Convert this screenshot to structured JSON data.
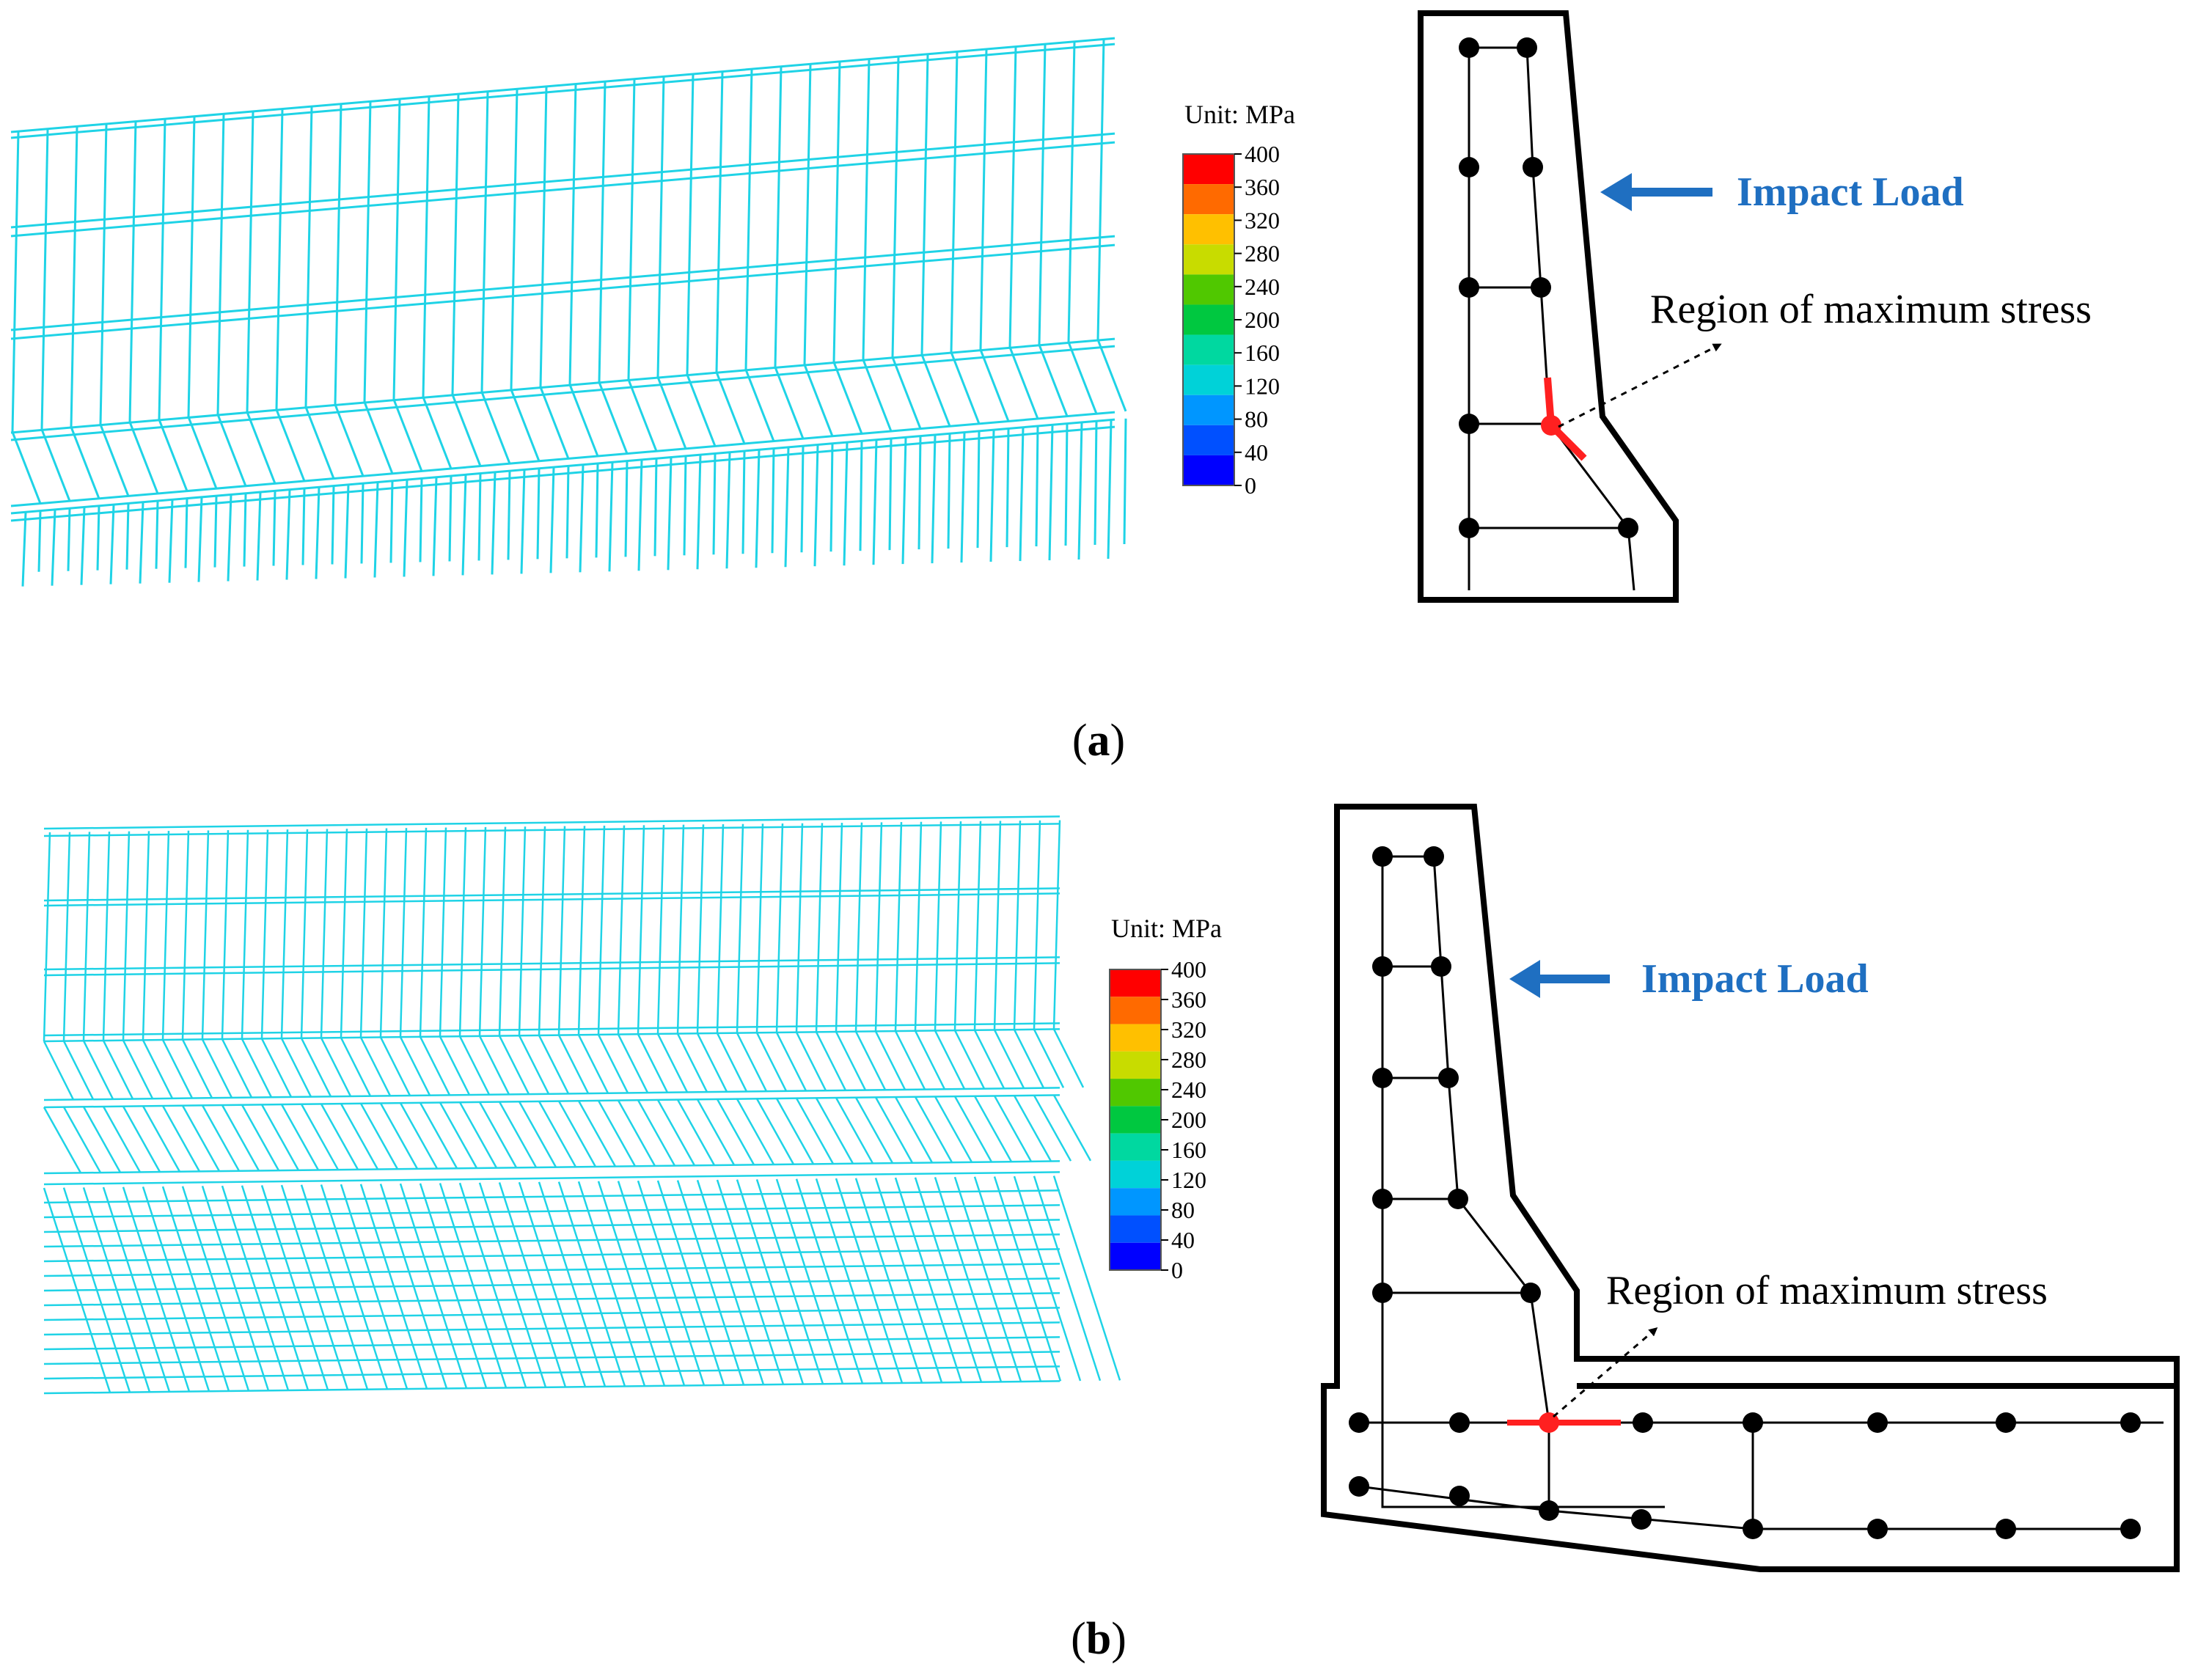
{
  "panels": [
    {
      "id": "a",
      "caption_letter": "a",
      "legend": {
        "unit_label": "Unit: MPa",
        "ticks": [
          "400",
          "360",
          "320",
          "280",
          "240",
          "200",
          "160",
          "120",
          "80",
          "40",
          "0"
        ]
      },
      "impact_label": "Impact Load",
      "region_label": "Region of maximum stress"
    },
    {
      "id": "b",
      "caption_letter": "b",
      "legend": {
        "unit_label": "Unit: MPa",
        "ticks": [
          "400",
          "360",
          "320",
          "280",
          "240",
          "200",
          "160",
          "120",
          "80",
          "40",
          "0"
        ]
      },
      "impact_label": "Impact Load",
      "region_label": "Region of maximum stress"
    }
  ],
  "colors": {
    "mesh": "#1fd3e6",
    "impact_text": "#1f6fc1",
    "impact_arrow": "#1f6fc1",
    "highlight": "#ff2020",
    "legend_scale": [
      "#ff0000",
      "#ff6a00",
      "#ffc000",
      "#c8dc00",
      "#50c800",
      "#00c840",
      "#00d8a0",
      "#00d2d8",
      "#0096ff",
      "#0050ff",
      "#0000ff"
    ]
  }
}
